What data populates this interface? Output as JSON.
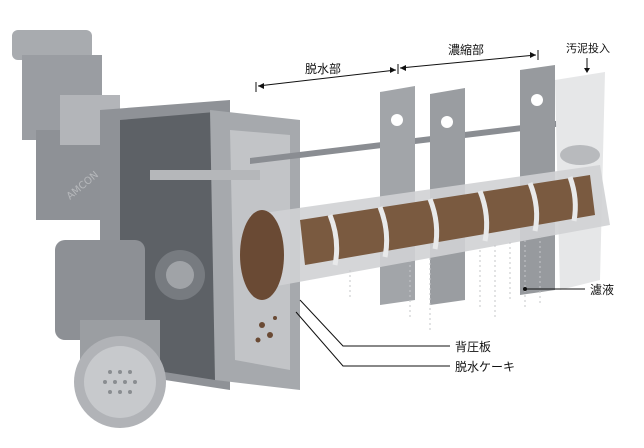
{
  "labels": {
    "dewatering_section": "脱水部",
    "thickening_section": "濃縮部",
    "sludge_inlet": "汚泥投入",
    "filtrate": "濾液",
    "back_pressure_plate": "背圧板",
    "dewatered_cake": "脱水ケーキ"
  },
  "watermark": "AMCON",
  "colors": {
    "metal": "#9a9da2",
    "metal_dark": "#6f7378",
    "metal_light": "#c9cbce",
    "sludge": "#7a5a40"
  }
}
